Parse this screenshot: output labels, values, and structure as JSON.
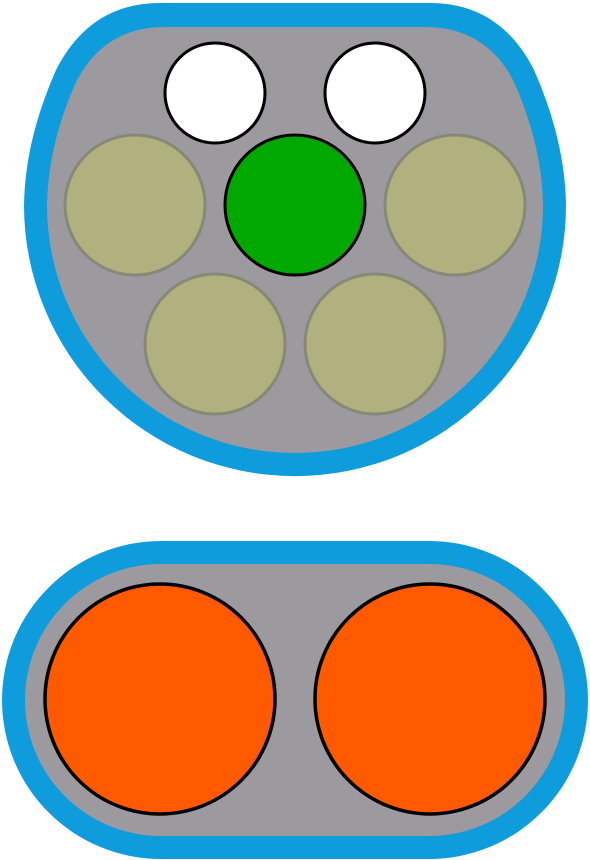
{
  "colors": {
    "outline": "#0f9cdd",
    "housing": "#9c9a9e",
    "white_pin": "#ffffff",
    "green_pin": "#00a800",
    "empty_pin": "#b1b07f",
    "empty_pin_stroke": "#888878",
    "dc_pin": "#ff5a00",
    "pin_stroke": "#000000"
  },
  "upper_connector": {
    "signal_pins": [
      "white",
      "white"
    ],
    "center_pin": "green",
    "power_pins": [
      "tan",
      "tan",
      "tan",
      "tan"
    ]
  },
  "lower_connector": {
    "dc_pins": [
      "orange",
      "orange"
    ]
  }
}
